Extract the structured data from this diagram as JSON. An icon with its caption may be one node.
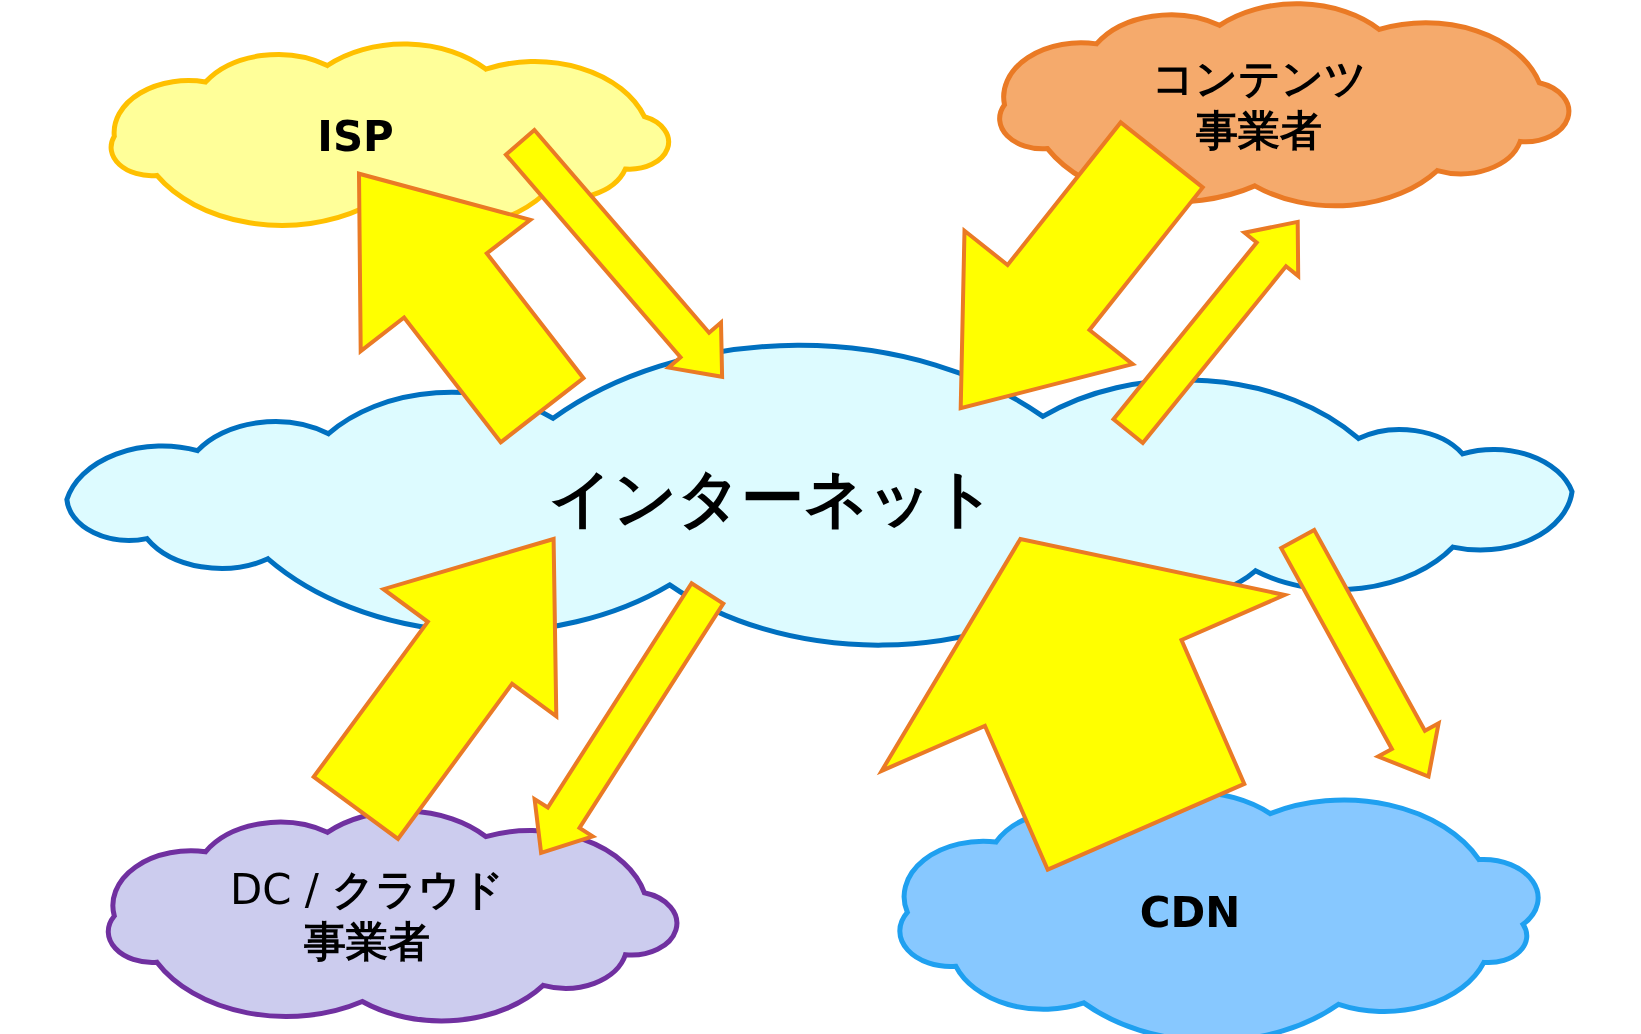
{
  "diagram": {
    "nodes": [
      {
        "text": [
          "ISP"
        ]
      },
      {
        "text": [
          "コンテンツ事業者"
        ]
      },
      {
        "text": [
          "インターネット"
        ]
      },
      {
        "text": [
          "DC / **クラウド事業者**"
        ]
      },
      {
        "text": [
          "CDN"
        ]
      }
    ],
    "edges": [
      {
        "from": 2,
        "to": 0,
        "arrow": "to",
        "style": "thick"
      },
      {
        "from": 0,
        "to": 2,
        "arrow": "to"
      },
      {
        "from": 1,
        "to": 2,
        "arrow": "to",
        "style": "thick"
      },
      {
        "from": 2,
        "to": 1,
        "arrow": "to"
      },
      {
        "from": 3,
        "to": 2,
        "arrow": "to",
        "style": "thick"
      },
      {
        "from": 2,
        "to": 3,
        "arrow": "to"
      },
      {
        "from": 4,
        "to": 2,
        "arrow": "to",
        "style": "thick"
      },
      {
        "from": 2,
        "to": 4,
        "arrow": "to"
      }
    ]
  }
}
